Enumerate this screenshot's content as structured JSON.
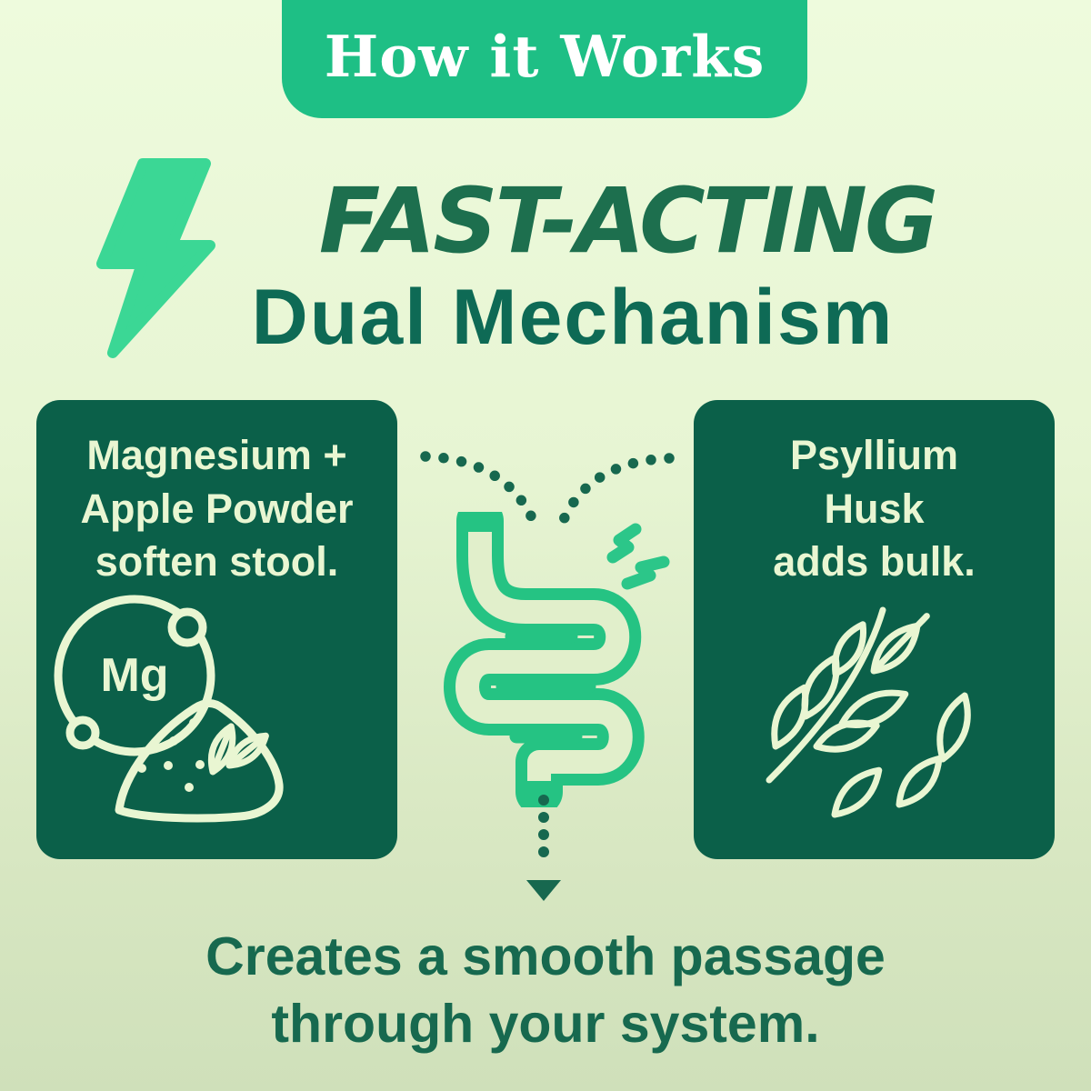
{
  "badge": {
    "label": "How it Works"
  },
  "heading": {
    "line1": "FAST-ACTING",
    "line2": "Dual Mechanism"
  },
  "left_card": {
    "lines": [
      "Magnesium +",
      "Apple Powder",
      "soften stool."
    ],
    "symbol": "Mg",
    "icon": "magnesium-powder-icon"
  },
  "right_card": {
    "lines": [
      "Psyllium",
      "Husk",
      "adds bulk."
    ],
    "icon": "psyllium-branch-icon"
  },
  "footer": {
    "lines": [
      "Creates a smooth passage",
      "through your system."
    ]
  },
  "icons": {
    "lightning": "lightning-bolt-icon",
    "intestine": "intestine-icon",
    "sparks": "spark-zigzag-icons",
    "arcs": "dotted-connector-arcs",
    "down_arrow": "dotted-down-arrow-icon"
  },
  "colors": {
    "background_top": "#eefbdd",
    "background_bottom": "#cfe0ba",
    "badge_green": "#1ebf85",
    "bright_green": "#2cc689",
    "intestine_green": "#25c383",
    "bolt_green": "#3bd795",
    "card_dark_green": "#0b6049",
    "heading_dark_green": "#1d6f4e",
    "heading_teal_green": "#0e6a55",
    "cream_text": "#e9f6d2",
    "dot_dark_green": "#17684f"
  }
}
